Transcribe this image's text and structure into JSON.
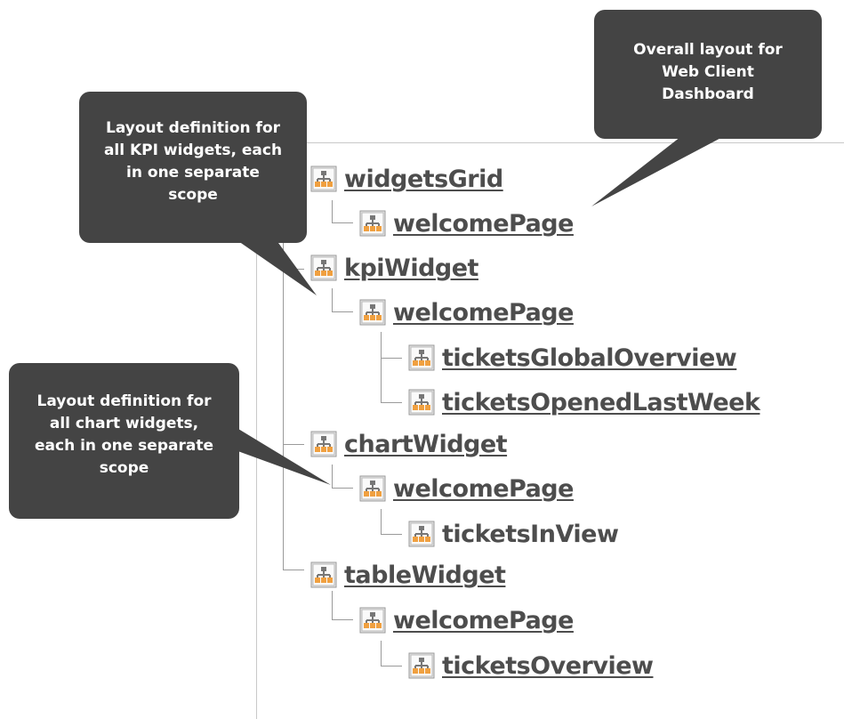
{
  "callouts": {
    "layout": [
      "Overall layout for",
      "Web Client",
      "Dashboard"
    ],
    "kpi": [
      "Layout definition for",
      "all KPI widgets, each",
      "in one separate",
      "scope"
    ],
    "chart": [
      "Layout definition for",
      "all chart widgets,",
      "each in one separate",
      "scope"
    ]
  },
  "tree": {
    "widgets_grid": {
      "label": "widgetsGrid",
      "welcome": "welcomePage"
    },
    "kpi_widget": {
      "label": "kpiWidget",
      "welcome": "welcomePage",
      "children": [
        "ticketsGlobalOverview",
        "ticketsOpenedLastWeek"
      ]
    },
    "chart_widget": {
      "label": "chartWidget",
      "welcome": "welcomePage",
      "children": [
        "ticketsInView"
      ]
    },
    "table_widget": {
      "label": "tableWidget",
      "welcome": "welcomePage",
      "children": [
        "ticketsOverview"
      ]
    }
  },
  "colors": {
    "callout_bg": "#444444",
    "label_text": "#4d4d4d",
    "icon_accent": "#f0a040"
  },
  "icon_name": "layout-hierarchy-icon"
}
